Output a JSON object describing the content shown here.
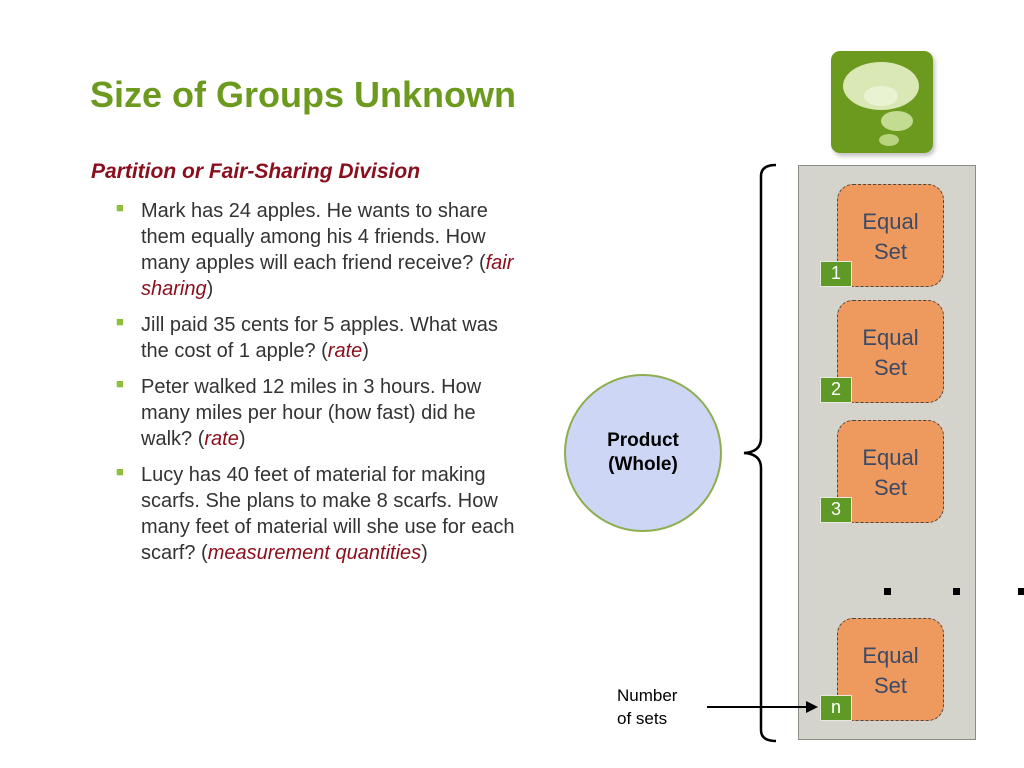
{
  "slide": {
    "title": "Size of Groups Unknown",
    "subtitle": "Partition or Fair-Sharing Division",
    "bullets": [
      {
        "before": "Mark has 24 apples.  He wants to share them equally among his 4 friends.  How many apples will each friend receive? (",
        "emphasis": "fair sharing",
        "after": ")"
      },
      {
        "before": "Jill paid 35 cents for 5 apples.  What was the cost of 1 apple? (",
        "emphasis": "rate",
        "after": ")"
      },
      {
        "before": "Peter walked 12 miles in 3 hours.  How many miles per hour (how fast) did he walk? (",
        "emphasis": "rate",
        "after": ")"
      },
      {
        "before": "Lucy has 40 feet of material for making scarfs.  She plans to make 8 scarfs.  How many feet of material will she use for each scarf? (",
        "emphasis": "measurement quantities",
        "after": ")"
      }
    ]
  },
  "diagram": {
    "product_line1": "Product",
    "product_line2": "(Whole)",
    "sets": [
      {
        "line1": "Equal",
        "line2": "Set",
        "tag": "1"
      },
      {
        "line1": "Equal",
        "line2": "Set",
        "tag": "2"
      },
      {
        "line1": "Equal",
        "line2": "Set",
        "tag": "3"
      },
      {
        "line1": "Equal",
        "line2": "Set",
        "tag": "n"
      }
    ],
    "number_label_line1": "Number",
    "number_label_line2": "of sets"
  },
  "colors": {
    "title": "#6b9a1f",
    "emphasis": "#8b0e1d",
    "set_fill": "#ee9a5e",
    "tag_fill": "#5e9a25",
    "product_fill": "#cdd7f5"
  },
  "icons": [
    "thought-bubble-icon",
    "bullet-square-icon",
    "arrow-right-icon"
  ]
}
